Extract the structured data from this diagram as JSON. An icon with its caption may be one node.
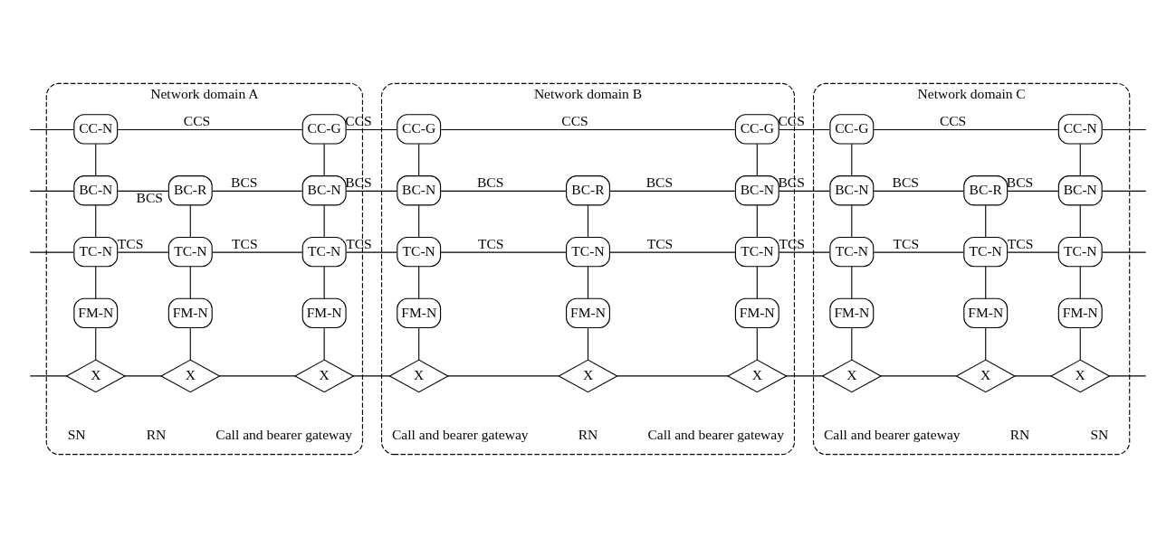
{
  "diagram": {
    "nodes": [
      {
        "text": [
          "Network domain A"
        ]
      },
      {
        "text": [
          "CC-N"
        ],
        "in": 0
      },
      {
        "text": [
          "CC-G"
        ],
        "in": 0
      },
      {
        "text": [
          "BC-N"
        ],
        "in": 0
      },
      {
        "text": [
          "BC-R"
        ],
        "in": 0
      },
      {
        "text": [
          "BC-N"
        ],
        "in": 0
      },
      {
        "text": [
          "TC-N"
        ],
        "in": 0
      },
      {
        "text": [
          "TC-N"
        ],
        "in": 0
      },
      {
        "text": [
          "TC-N"
        ],
        "in": 0
      },
      {
        "text": [
          "FM-N"
        ],
        "in": 0
      },
      {
        "text": [
          "FM-N"
        ],
        "in": 0
      },
      {
        "text": [
          "FM-N"
        ],
        "in": 0
      },
      {
        "text": [
          "X"
        ],
        "in": 0,
        "beside": [
          "SN"
        ]
      },
      {
        "text": [
          "X"
        ],
        "in": 0,
        "beside": [
          "RN"
        ]
      },
      {
        "text": [
          "X"
        ],
        "in": 0,
        "beside": [
          "Call and bearer gateway"
        ]
      },
      {
        "text": [
          "Network domain B"
        ]
      },
      {
        "text": [
          "CC-G"
        ],
        "in": 15
      },
      {
        "text": [
          "CC-G"
        ],
        "in": 15
      },
      {
        "text": [
          "BC-N"
        ],
        "in": 15
      },
      {
        "text": [
          "BC-R"
        ],
        "in": 15
      },
      {
        "text": [
          "BC-N"
        ],
        "in": 15
      },
      {
        "text": [
          "TC-N"
        ],
        "in": 15
      },
      {
        "text": [
          "TC-N"
        ],
        "in": 15
      },
      {
        "text": [
          "TC-N"
        ],
        "in": 15
      },
      {
        "text": [
          "FM-N"
        ],
        "in": 15
      },
      {
        "text": [
          "FM-N"
        ],
        "in": 15
      },
      {
        "text": [
          "FM-N"
        ],
        "in": 15
      },
      {
        "text": [
          "X"
        ],
        "in": 15,
        "beside": [
          "Call and bearer gateway"
        ]
      },
      {
        "text": [
          "X"
        ],
        "in": 15,
        "beside": [
          "RN"
        ]
      },
      {
        "text": [
          "X"
        ],
        "in": 15,
        "beside": [
          "Call and bearer gateway"
        ]
      },
      {
        "text": [
          "Network domain C"
        ]
      },
      {
        "text": [
          "CC-G"
        ],
        "in": 30
      },
      {
        "text": [
          "CC-N"
        ],
        "in": 30
      },
      {
        "text": [
          "BC-N"
        ],
        "in": 30
      },
      {
        "text": [
          "BC-R"
        ],
        "in": 30
      },
      {
        "text": [
          "BC-N"
        ],
        "in": 30
      },
      {
        "text": [
          "TC-N"
        ],
        "in": 30
      },
      {
        "text": [
          "TC-N"
        ],
        "in": 30
      },
      {
        "text": [
          "TC-N"
        ],
        "in": 30
      },
      {
        "text": [
          "FM-N"
        ],
        "in": 30
      },
      {
        "text": [
          "FM-N"
        ],
        "in": 30
      },
      {
        "text": [
          "FM-N"
        ],
        "in": 30
      },
      {
        "text": [
          "X"
        ],
        "in": 30,
        "beside": [
          "Call and bearer gateway"
        ]
      },
      {
        "text": [
          "X"
        ],
        "in": 30,
        "beside": [
          "RN"
        ]
      },
      {
        "text": [
          "X"
        ],
        "in": 30,
        "beside": [
          "SN"
        ]
      }
    ],
    "edges": [
      {
        "from": null,
        "to": 1,
        "arrow": "none"
      },
      {
        "from": null,
        "to": 3,
        "arrow": "none"
      },
      {
        "from": null,
        "to": 6,
        "arrow": "none"
      },
      {
        "from": null,
        "to": 12,
        "arrow": "none"
      },
      {
        "from": 1,
        "to": 2,
        "arrow": "none",
        "label": "CCS"
      },
      {
        "from": 3,
        "to": 4,
        "arrow": "none",
        "label": "BCS"
      },
      {
        "from": 4,
        "to": 5,
        "arrow": "none",
        "label": "BCS"
      },
      {
        "from": 6,
        "to": 7,
        "arrow": "none",
        "label": "TCS"
      },
      {
        "from": 7,
        "to": 8,
        "arrow": "none",
        "label": "TCS"
      },
      {
        "from": 12,
        "to": 13,
        "arrow": "none"
      },
      {
        "from": 13,
        "to": 14,
        "arrow": "none"
      },
      {
        "from": 1,
        "to": 3,
        "arrow": "none"
      },
      {
        "from": 3,
        "to": 6,
        "arrow": "none"
      },
      {
        "from": 6,
        "to": 9,
        "arrow": "none"
      },
      {
        "from": 9,
        "to": 12,
        "arrow": "none"
      },
      {
        "from": 4,
        "to": 7,
        "arrow": "none"
      },
      {
        "from": 7,
        "to": 10,
        "arrow": "none"
      },
      {
        "from": 10,
        "to": 13,
        "arrow": "none"
      },
      {
        "from": 2,
        "to": 5,
        "arrow": "none"
      },
      {
        "from": 5,
        "to": 8,
        "arrow": "none"
      },
      {
        "from": 8,
        "to": 11,
        "arrow": "none"
      },
      {
        "from": 11,
        "to": 14,
        "arrow": "none"
      },
      {
        "from": 2,
        "to": 16,
        "arrow": "none",
        "label": "CCS"
      },
      {
        "from": 5,
        "to": 18,
        "arrow": "none",
        "label": "BCS"
      },
      {
        "from": 8,
        "to": 21,
        "arrow": "none",
        "label": "TCS"
      },
      {
        "from": 14,
        "to": 27,
        "arrow": "none"
      },
      {
        "from": 16,
        "to": 17,
        "arrow": "none",
        "label": "CCS"
      },
      {
        "from": 18,
        "to": 19,
        "arrow": "none",
        "label": "BCS"
      },
      {
        "from": 19,
        "to": 20,
        "arrow": "none",
        "label": "BCS"
      },
      {
        "from": 21,
        "to": 22,
        "arrow": "none",
        "label": "TCS"
      },
      {
        "from": 22,
        "to": 23,
        "arrow": "none",
        "label": "TCS"
      },
      {
        "from": 27,
        "to": 28,
        "arrow": "none"
      },
      {
        "from": 28,
        "to": 29,
        "arrow": "none"
      },
      {
        "from": 16,
        "to": 18,
        "arrow": "none"
      },
      {
        "from": 18,
        "to": 21,
        "arrow": "none"
      },
      {
        "from": 21,
        "to": 24,
        "arrow": "none"
      },
      {
        "from": 24,
        "to": 27,
        "arrow": "none"
      },
      {
        "from": 19,
        "to": 22,
        "arrow": "none"
      },
      {
        "from": 22,
        "to": 25,
        "arrow": "none"
      },
      {
        "from": 25,
        "to": 28,
        "arrow": "none"
      },
      {
        "from": 17,
        "to": 20,
        "arrow": "none"
      },
      {
        "from": 20,
        "to": 23,
        "arrow": "none"
      },
      {
        "from": 23,
        "to": 26,
        "arrow": "none"
      },
      {
        "from": 26,
        "to": 29,
        "arrow": "none"
      },
      {
        "from": 17,
        "to": 31,
        "arrow": "none",
        "label": "CCS"
      },
      {
        "from": 20,
        "to": 33,
        "arrow": "none",
        "label": "BCS"
      },
      {
        "from": 23,
        "to": 36,
        "arrow": "none",
        "label": "TCS"
      },
      {
        "from": 29,
        "to": 42,
        "arrow": "none"
      },
      {
        "from": 31,
        "to": 32,
        "arrow": "none",
        "label": "CCS"
      },
      {
        "from": 33,
        "to": 34,
        "arrow": "none",
        "label": "BCS"
      },
      {
        "from": 34,
        "to": 35,
        "arrow": "none",
        "label": "BCS"
      },
      {
        "from": 36,
        "to": 37,
        "arrow": "none",
        "label": "TCS"
      },
      {
        "from": 37,
        "to": 38,
        "arrow": "none",
        "label": "TCS"
      },
      {
        "from": 42,
        "to": 43,
        "arrow": "none"
      },
      {
        "from": 43,
        "to": 44,
        "arrow": "none"
      },
      {
        "from": 31,
        "to": 33,
        "arrow": "none"
      },
      {
        "from": 33,
        "to": 36,
        "arrow": "none"
      },
      {
        "from": 36,
        "to": 39,
        "arrow": "none"
      },
      {
        "from": 39,
        "to": 42,
        "arrow": "none"
      },
      {
        "from": 34,
        "to": 37,
        "arrow": "none"
      },
      {
        "from": 37,
        "to": 40,
        "arrow": "none"
      },
      {
        "from": 40,
        "to": 43,
        "arrow": "none"
      },
      {
        "from": 32,
        "to": 35,
        "arrow": "none"
      },
      {
        "from": 35,
        "to": 38,
        "arrow": "none"
      },
      {
        "from": 38,
        "to": 41,
        "arrow": "none"
      },
      {
        "from": 41,
        "to": 44,
        "arrow": "none"
      },
      {
        "from": 32,
        "to": null,
        "arrow": "none"
      },
      {
        "from": 35,
        "to": null,
        "arrow": "none"
      },
      {
        "from": 38,
        "to": null,
        "arrow": "none"
      },
      {
        "from": 44,
        "to": null,
        "arrow": "none"
      }
    ]
  }
}
